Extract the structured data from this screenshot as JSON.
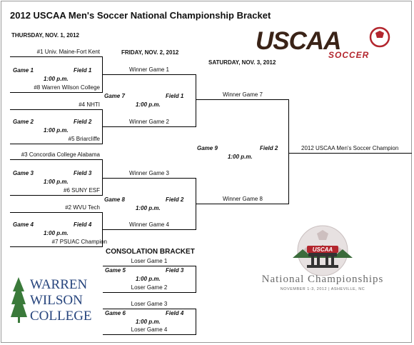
{
  "title": "2012 USCAA Men's Soccer National Championship Bracket",
  "days": {
    "thu": "THURSDAY, NOV. 1, 2012",
    "fri": "FRIDAY, NOV. 2, 2012",
    "sat": "SATURDAY, NOV. 3, 2012"
  },
  "round1": [
    {
      "top": "#1  Univ. Maine-Fort Kent",
      "game": "Game 1",
      "field": "Field 1",
      "time": "1:00 p.m.",
      "bottom": "#8  Warren Wilson College"
    },
    {
      "top": "#4  NHTI",
      "game": "Game 2",
      "field": "Field 2",
      "time": "1:00 p.m.",
      "bottom": "#5  Briarcliffe"
    },
    {
      "top": "#3  Concordia College Alabama",
      "game": "Game 3",
      "field": "Field 3",
      "time": "1:00 p.m.",
      "bottom": "#6  SUNY ESF"
    },
    {
      "top": "#2  WVU Tech",
      "game": "Game 4",
      "field": "Field 4",
      "time": "1:00 p.m.",
      "bottom": "#7  PSUAC Champion"
    }
  ],
  "round2": [
    {
      "top": "Winner Game 1",
      "game": "Game 7",
      "field": "Field 1",
      "time": "1:00 p.m.",
      "bottom": "Winner Game 2"
    },
    {
      "top": "Winner Game 3",
      "game": "Game 8",
      "field": "Field 2",
      "time": "1:00 p.m.",
      "bottom": "Winner Game 4"
    }
  ],
  "final": {
    "top": "Winner Game 7",
    "game": "Game 9",
    "field": "Field 2",
    "time": "1:00 p.m.",
    "bottom": "Winner Game 8"
  },
  "champion": "2012 USCAA Men's Soccer Champion",
  "consolation": {
    "title": "CONSOLATION BRACKET",
    "games": [
      {
        "top": "Loser Game 1",
        "game": "Game 5",
        "field": "Field 3",
        "time": "1:00 p.m.",
        "bottom": "Loser Game 2"
      },
      {
        "top": "Loser Game 3",
        "game": "Game 6",
        "field": "Field 4",
        "time": "1:00 p.m.",
        "bottom": "Loser Game 4"
      }
    ]
  },
  "logos": {
    "uscaa_main": "USCAA",
    "uscaa_sub": "SOCCER",
    "wwc": [
      "WARREN",
      "WILSON",
      "COLLEGE"
    ],
    "nc_badge": "USCAA",
    "nc_title": "National Championships",
    "nc_sub": "NOVEMBER 1-3, 2012 | ASHEVILLE, NC"
  },
  "colors": {
    "uscaa_brown": "#3a2317",
    "uscaa_red": "#b3262e",
    "wwc_blue": "#27457d",
    "wwc_green": "#3a7a3a",
    "nc_gray": "#6b6b6b"
  }
}
